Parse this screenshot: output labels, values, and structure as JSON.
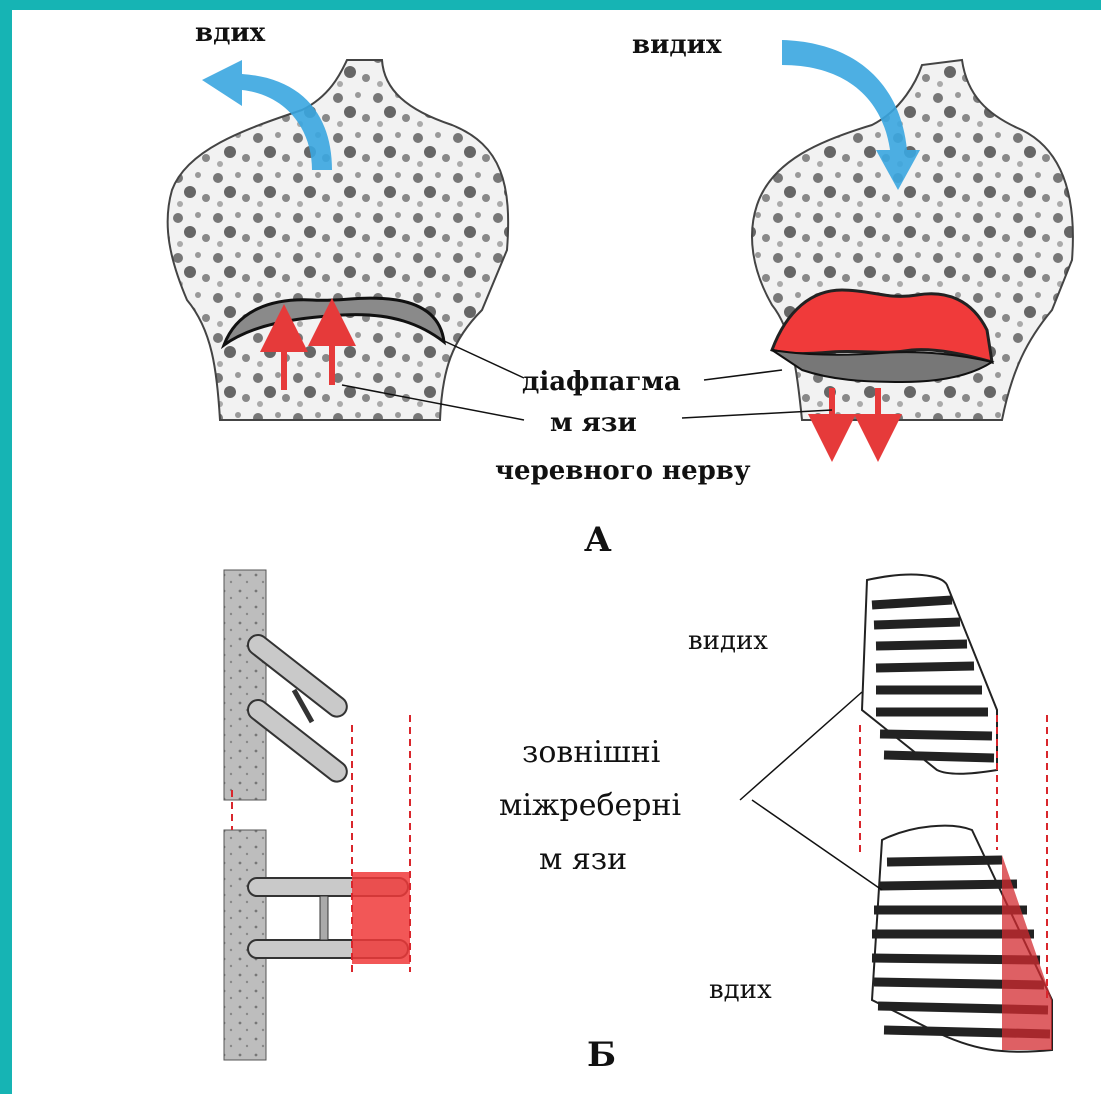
{
  "part_a": {
    "label": "А",
    "inhale_left": "вдих",
    "exhale_right": "видих",
    "diaphragm": "діафпагма",
    "muscles_line1": "м язи",
    "muscles_line2": "черевного нерву"
  },
  "part_b": {
    "label": "Б",
    "exhale": "видих",
    "inhale": "вдих",
    "intercostal_line1": "зовнішні",
    "intercostal_line2": "міжреберні",
    "intercostal_line3": "м язи"
  },
  "colors": {
    "frame": "#16b4b4",
    "air_arrow": "#3aa6e0",
    "diaphragm_contracted": "#f03a3a",
    "muscle_arrow": "#e63a3a",
    "guide_line": "#d9262c"
  }
}
